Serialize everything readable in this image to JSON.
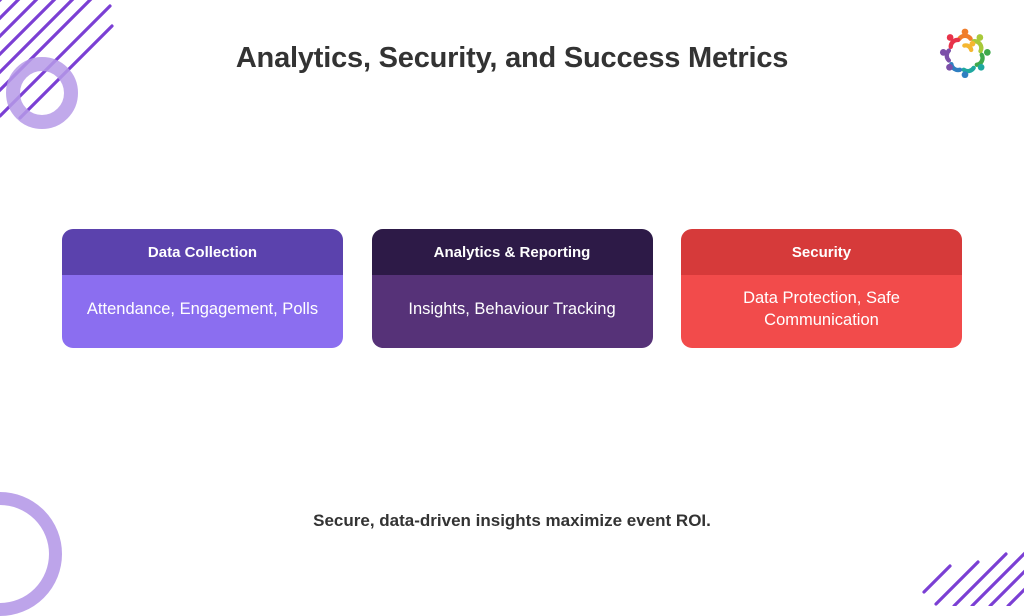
{
  "slide": {
    "title": "Analytics, Security, and Success Metrics",
    "footer_caption": "Secure, data-driven insights maximize event ROI.",
    "background_color": "#ffffff",
    "title_color": "#333333"
  },
  "logo": {
    "name": "circle-of-people-logo",
    "colors": [
      "#e8334a",
      "#f07d2a",
      "#f5b731",
      "#a8c93a",
      "#3fa94b",
      "#1fa8a0",
      "#2f7fc1",
      "#7b4fa8"
    ]
  },
  "decorations": [
    {
      "name": "diagonal-stripes-top-left",
      "color": "#7b3fd4"
    },
    {
      "name": "ring-top-left",
      "color": "#b69ae8"
    },
    {
      "name": "ring-bottom-left",
      "color": "#b69ae8"
    },
    {
      "name": "diagonal-stripes-bottom-right",
      "color": "#7b3fd4"
    }
  ],
  "cards": [
    {
      "title": "Data Collection",
      "body": "Attendance, Engagement, Polls",
      "header_color": "#5b42ad",
      "body_color": "#8b6ef0"
    },
    {
      "title": "Analytics & Reporting",
      "body": "Insights, Behaviour Tracking",
      "header_color": "#2d1a47",
      "body_color": "#563278"
    },
    {
      "title": "Security",
      "body": "Data Protection, Safe Communication",
      "header_color": "#d63a3a",
      "body_color": "#f24b4b"
    }
  ]
}
